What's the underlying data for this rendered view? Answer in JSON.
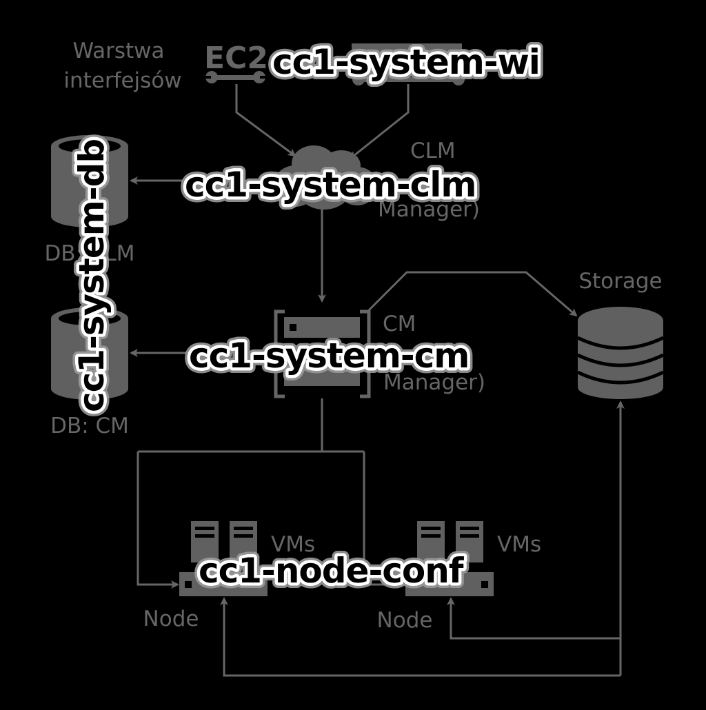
{
  "labels": {
    "interfaces_layer_line1": "Warstwa",
    "interfaces_layer_line2": "interfejsów",
    "ec2_logo": "EC2",
    "clm_line1": "CLM",
    "clm_line3": "Manager)",
    "db_clm": "DB: CLM",
    "storage": "Storage",
    "cm_line1": "CM",
    "cm_line3": "Manager)",
    "db_cm": "DB: CM",
    "vms_left": "VMs",
    "vms_right": "VMs",
    "node_left": "Node",
    "node_right": "Node"
  },
  "overlays": {
    "system_wi": "cc1-system-wi",
    "system_clm": "cc1-system-clm",
    "system_cm": "cc1-system-cm",
    "system_db": "cc1-system-db",
    "node_conf": "cc1-node-conf"
  },
  "colors": {
    "background": "#000000",
    "diagram_gray": "#666666",
    "overlay_outline": "#ffffff"
  }
}
